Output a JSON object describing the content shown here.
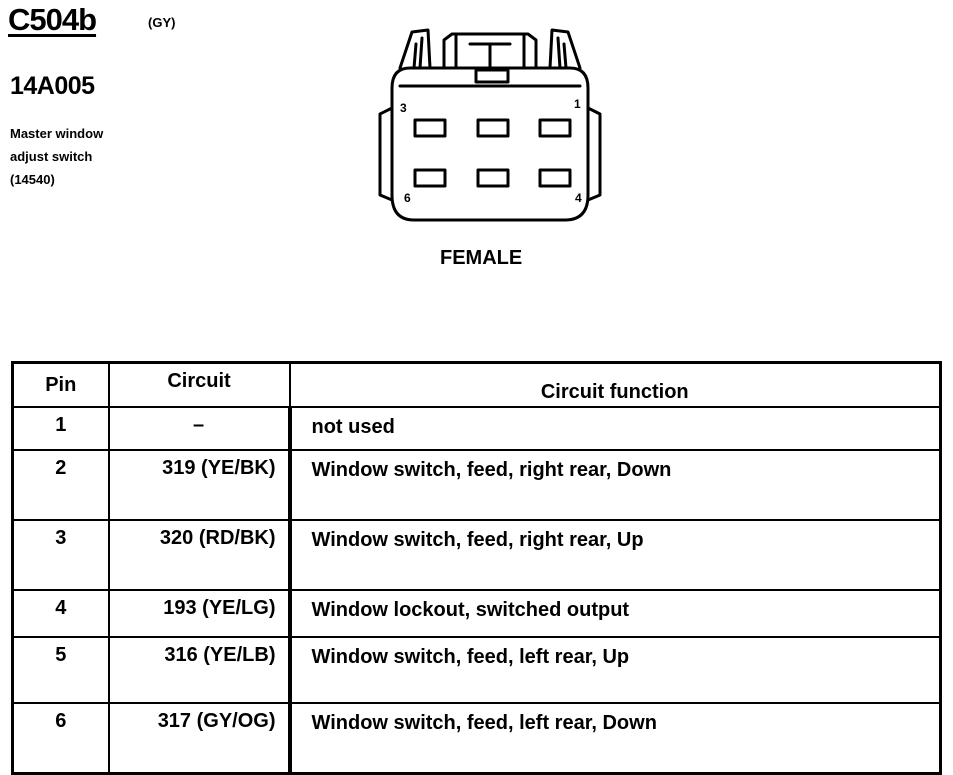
{
  "header": {
    "connector_id": "C504b",
    "connector_color": "(GY)",
    "part_number": "14A005",
    "description_lines": [
      "Master window",
      "adjust switch",
      "(14540)"
    ]
  },
  "connector_face": {
    "pin_labels": {
      "top_left": "3",
      "top_right": "1",
      "bottom_left": "6",
      "bottom_right": "4"
    },
    "gender": "FEMALE"
  },
  "pinout_table": {
    "headers": {
      "pin": "Pin",
      "circuit": "Circuit",
      "function": "Circuit function"
    },
    "rows": [
      {
        "pin": "1",
        "circuit": "–",
        "function": "not used"
      },
      {
        "pin": "2",
        "circuit": "319 (YE/BK)",
        "function": "Window switch, feed, right rear, Down"
      },
      {
        "pin": "3",
        "circuit": "320 (RD/BK)",
        "function": "Window switch, feed, right rear, Up"
      },
      {
        "pin": "4",
        "circuit": "193 (YE/LG)",
        "function": "Window lockout, switched output"
      },
      {
        "pin": "5",
        "circuit": "316 (YE/LB)",
        "function": "Window switch, feed, left rear, Up"
      },
      {
        "pin": "6",
        "circuit": "317 (GY/OG)",
        "function": "Window switch, feed, left rear, Down"
      }
    ]
  }
}
